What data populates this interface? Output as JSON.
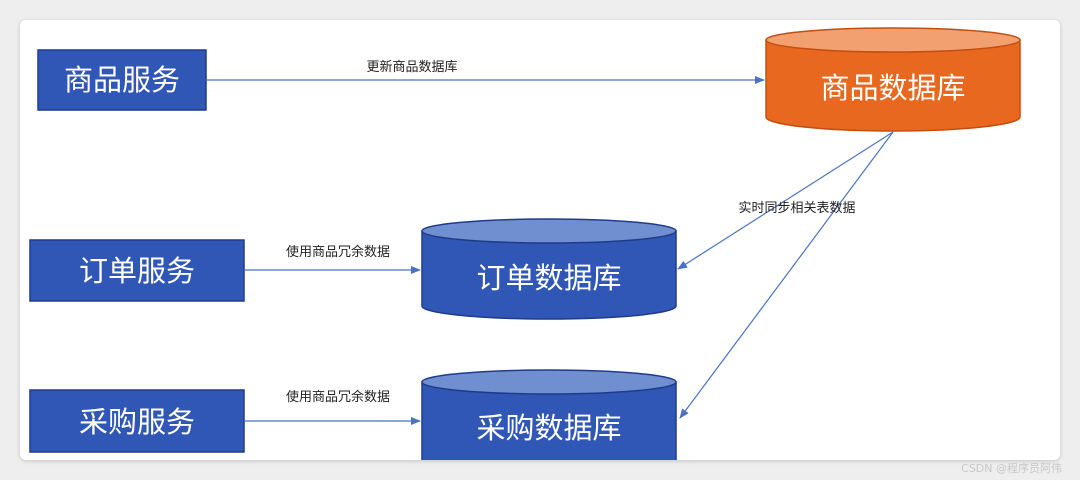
{
  "colors": {
    "service_fill": "#3056b6",
    "service_stroke": "#1f3c8a",
    "db_blue_body": "#3056b6",
    "db_blue_top": "#6f8fd0",
    "db_orange_body": "#e8681f",
    "db_orange_top": "#f2a070",
    "arrow": "#4a72c4"
  },
  "services": {
    "product": "商品服务",
    "order": "订单服务",
    "purchase": "采购服务"
  },
  "databases": {
    "product": "商品数据库",
    "order": "订单数据库",
    "purchase": "采购数据库"
  },
  "edges": {
    "update_product_db": "更新商品数据库",
    "order_redundant": "使用商品冗余数据",
    "purchase_redundant": "使用商品冗余数据",
    "realtime_sync": "实时同步相关表数据"
  },
  "watermark": "CSDN @程序员阿伟"
}
